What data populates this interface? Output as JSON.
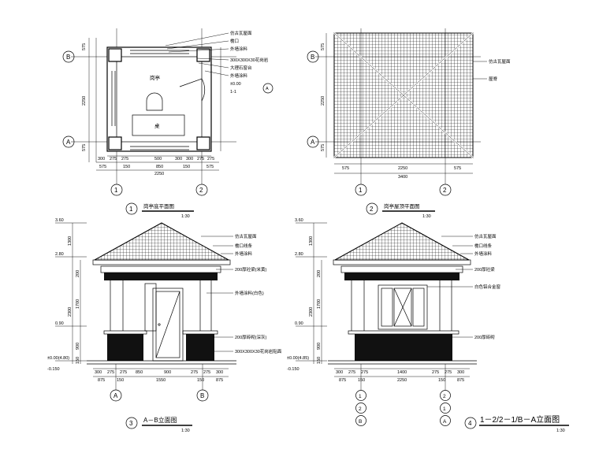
{
  "views": [
    {
      "number": "1",
      "title": "岗亭底平面图",
      "scale": "1:30"
    },
    {
      "number": "2",
      "title": "岗亭屋顶平面图",
      "scale": "1:30"
    },
    {
      "number": "3",
      "title": "A－B立面图",
      "scale": "1:30"
    },
    {
      "number": "4",
      "title": "1－2/2－1/B－A立面图",
      "scale": "1:30"
    }
  ],
  "grid_labels": {
    "a": "A",
    "b": "B",
    "one": "1",
    "two": "2"
  },
  "plan": {
    "room_label": "岗亭",
    "desk_label": "桌",
    "bottom_dims_row1": [
      "300",
      "275",
      "275",
      "500",
      "300",
      "300",
      "275",
      "275"
    ],
    "bottom_dims_row2": [
      "575",
      "150",
      "850",
      "150",
      "575"
    ],
    "bottom_total": "2250",
    "side_dims": [
      "575",
      "2250",
      "575"
    ],
    "section_mark": "A",
    "section_ref": "1-1",
    "level": "±0.00",
    "notes": [
      "仿古瓦屋面",
      "檐口",
      "外墙涂料",
      "300X300X30花岗岩",
      "大理石窗台",
      "外墙涂料"
    ]
  },
  "roof": {
    "bottom_dims": [
      "575",
      "2250",
      "575"
    ],
    "total": "3400",
    "side_dims": [
      "575",
      "2250",
      "575"
    ],
    "notes": [
      "仿古瓦屋面",
      "屋脊"
    ]
  },
  "elev_a": {
    "levels": [
      "3.60",
      "2.80",
      "0.90",
      "±0.00(4.80)",
      "-0.150"
    ],
    "side_dims": [
      "1300",
      "200",
      "1700",
      "2300",
      "900",
      "150"
    ],
    "bottom_row1": [
      "300",
      "275",
      "275",
      "850",
      "900",
      "275",
      "275",
      "300"
    ],
    "bottom_row2": [
      "875",
      "150",
      "1550",
      "150",
      "875"
    ],
    "notes": [
      "仿古瓦屋面",
      "檐口线条",
      "外墙涂料",
      "200厚砼梁(米黄)",
      "外墙涂料(白色)",
      "200厚砖砌(深灰)",
      "300X300X30花岗岩贴面"
    ]
  },
  "elev_b": {
    "levels": [
      "3.60",
      "2.80",
      "0.90",
      "±0.00(4.85)",
      "-0.150"
    ],
    "side_dims": [
      "1300",
      "200",
      "1700",
      "2300",
      "900",
      "150"
    ],
    "bottom_row1": [
      "300",
      "275",
      "275",
      "1400",
      "275",
      "275",
      "300"
    ],
    "bottom_row2": [
      "875",
      "150",
      "2250",
      "150",
      "875"
    ],
    "notes": [
      "仿古瓦屋面",
      "檐口线条",
      "外墙涂料",
      "200厚砼梁",
      "白色铝合金窗",
      "200厚砖砌"
    ],
    "axis_stack_left": [
      "1",
      "2",
      "B"
    ],
    "axis_stack_right": [
      "2",
      "1",
      "A"
    ]
  }
}
